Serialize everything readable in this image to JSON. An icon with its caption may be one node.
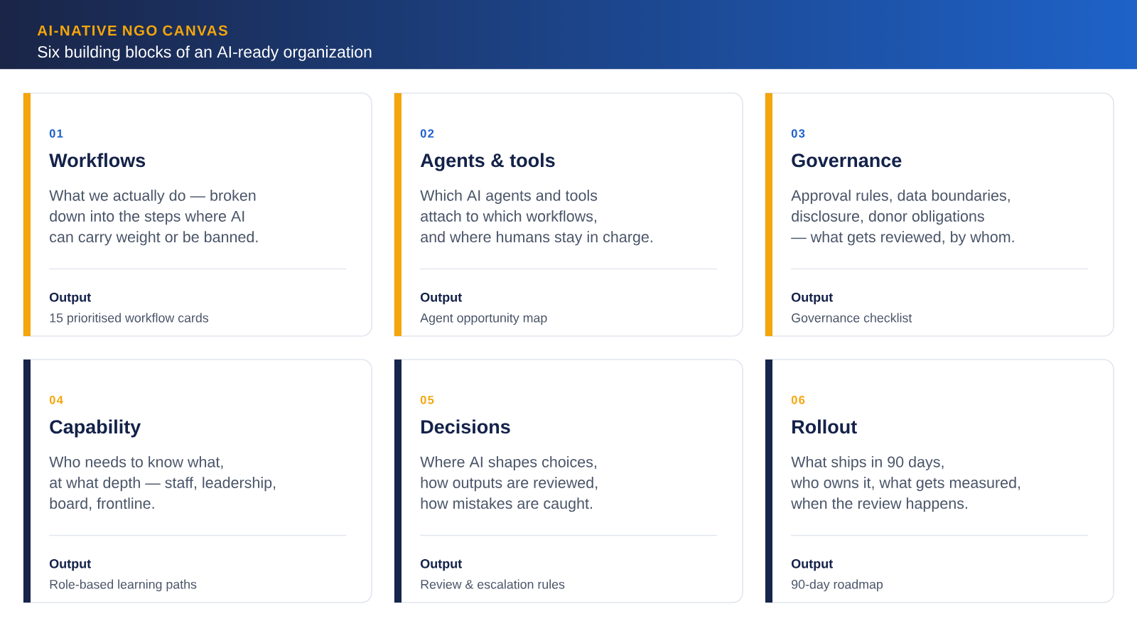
{
  "diagram": {
    "title": "AI-NATIVE NGO CANVAS",
    "nodes": [
      {
        "text": [
          "01",
          "Workflows",
          "What we actually do — broken down into the steps where AI can carry weight or be banned.",
          "Output",
          "15 prioritised workflow cards"
        ]
      },
      {
        "text": [
          "02",
          "Agents & tools",
          "Which AI agents and tools attach to which workflows, and where humans stay in charge.",
          "Output",
          "Agent opportunity map"
        ]
      },
      {
        "text": [
          "03",
          "Governance",
          "Approval rules, data boundaries, disclosure, donor obligations — what gets reviewed, by whom.",
          "Output",
          "Governance checklist"
        ]
      },
      {
        "text": [
          "04",
          "Capability",
          "Who needs to know what, at what depth — staff, leadership, board, frontline.",
          "Output",
          "Role-based learning paths"
        ]
      },
      {
        "text": [
          "05",
          "Decisions",
          "Where AI shapes choices, how outputs are reviewed, how mistakes are caught.",
          "Output",
          "Review & escalation rules"
        ]
      },
      {
        "text": [
          "06",
          "Rollout",
          "What ships in 90 days, who owns it, what gets measured, when the review happens.",
          "Output",
          "90-day roadmap"
        ]
      }
    ],
    "labels": [
      "Six building blocks of an AI-ready organization"
    ]
  }
}
